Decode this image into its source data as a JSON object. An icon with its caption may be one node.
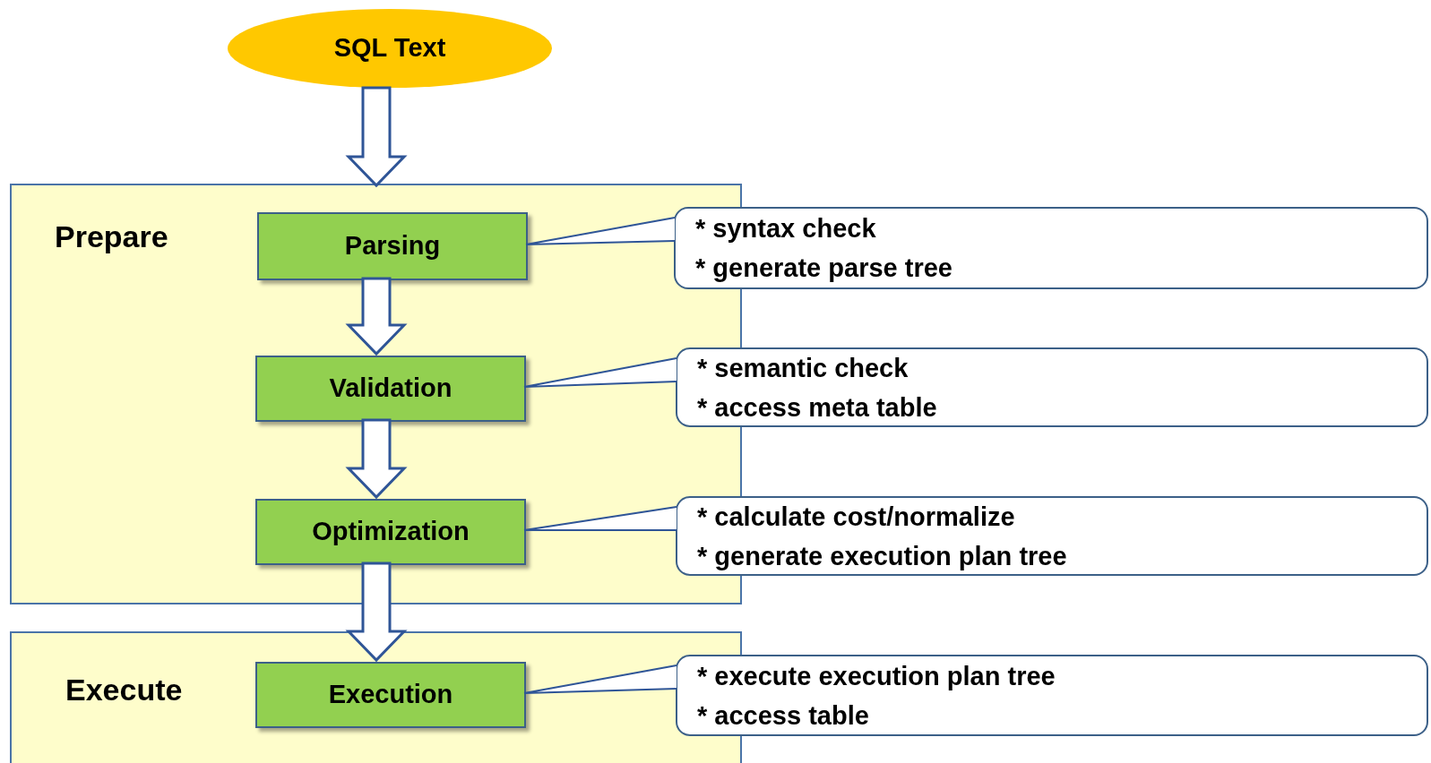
{
  "diagram": {
    "nodes": [
      {
        "text": [
          "SQL Text"
        ]
      },
      {
        "text": [
          "Prepare"
        ]
      },
      {
        "text": [
          "Parsing"
        ],
        "in": 1
      },
      {
        "text": [
          "Validation"
        ],
        "in": 1
      },
      {
        "text": [
          "Optimization"
        ],
        "in": 1
      },
      {
        "text": [
          "Execute"
        ]
      },
      {
        "text": [
          "Execution"
        ],
        "in": 5
      },
      {
        "text": [
          "* syntax check",
          "* generate parse tree"
        ]
      },
      {
        "text": [
          "* semantic check",
          "* access meta table"
        ]
      },
      {
        "text": [
          "* calculate cost/normalize",
          "* generate execution plan tree"
        ]
      },
      {
        "text": [
          "* execute execution plan tree",
          "* access table"
        ]
      }
    ],
    "edges": [
      {
        "from": 0,
        "to": 1,
        "arrow": "to",
        "style": "thick"
      },
      {
        "from": 2,
        "to": 3,
        "arrow": "to",
        "style": "thick"
      },
      {
        "from": 3,
        "to": 4,
        "arrow": "to",
        "style": "thick"
      },
      {
        "from": 4,
        "to": 6,
        "arrow": "to",
        "style": "thick"
      },
      {
        "from": 7,
        "to": 2,
        "arrow": "none"
      },
      {
        "from": 8,
        "to": 3,
        "arrow": "none"
      },
      {
        "from": 9,
        "to": 4,
        "arrow": "none"
      },
      {
        "from": 10,
        "to": 6,
        "arrow": "none"
      }
    ]
  }
}
